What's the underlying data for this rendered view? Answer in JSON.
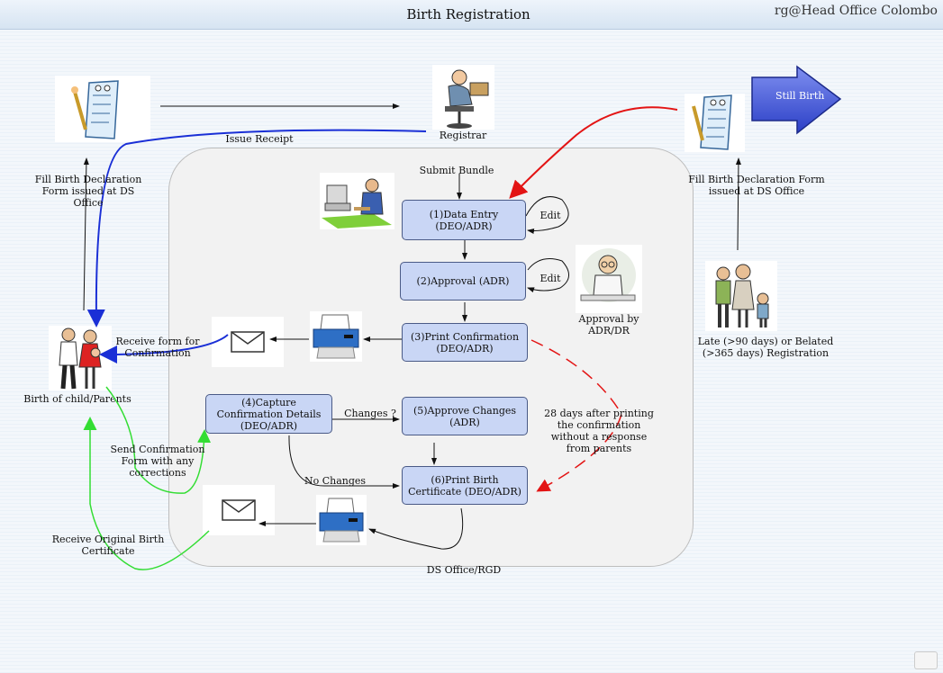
{
  "header": {
    "title": "Birth Registration",
    "user": "rg@Head Office Colombo"
  },
  "region_label": "DS Office/RGD",
  "steps": {
    "data_entry": "(1)Data Entry (DEO/ADR)",
    "approval": "(2)Approval (ADR)",
    "print_confirmation": "(3)Print Confirmation (DEO/ADR)",
    "capture_confirmation": "(4)Capture Confirmation Details (DEO/ADR)",
    "approve_changes": "(5)Approve Changes (ADR)",
    "print_certificate": "(6)Print Birth Certificate (DEO/ADR)"
  },
  "labels": {
    "issue_receipt": "Issue Receipt",
    "registrar": "Registrar",
    "submit_bundle": "Submit Bundle",
    "fill_left": "Fill Birth Declaration Form issued at DS Office",
    "fill_right": "Fill Birth Declaration Form issued at DS Office",
    "edit1": "Edit",
    "edit2": "Edit",
    "approval_by": "Approval by ADR/DR",
    "still_birth": "Still Birth",
    "late_registration": "Late (>90 days) or Belated (>365 days) Registration",
    "receive_form": "Receive form for Confirmation",
    "birth_parents": "Birth of child/Parents",
    "changes_q": "Changes ?",
    "no_changes": "No Changes",
    "days_28": "28 days after printing the confirmation without a response from parents",
    "send_confirmation": "Send Confirmation Form with any corrections",
    "receive_original": "Receive Original Birth Certificate"
  },
  "icons": {
    "declaration_form_left": "declaration-form-icon",
    "registrar": "registrar-person-icon",
    "declaration_form_right": "declaration-form-icon",
    "data_entry_clerk": "computer-clerk-icon",
    "approver": "approver-person-icon",
    "family": "family-icon",
    "parents": "parents-with-child-icon",
    "printer": "printer-icon",
    "envelope": "envelope-icon"
  },
  "colors": {
    "blue_arrow": "#1a2fd6",
    "red_arrow": "#e31414",
    "green_arrow": "#33dd33",
    "box_fill": "#c9d6f5"
  }
}
